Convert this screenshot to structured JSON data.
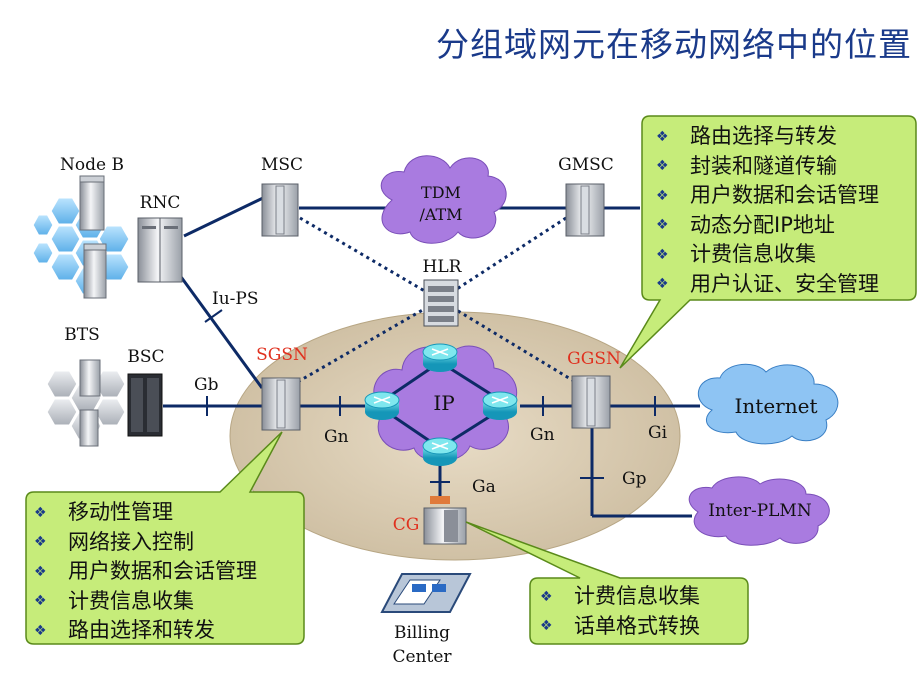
{
  "title": "分组域网元在移动网络中的位置",
  "nodes": {
    "node_b": "Node B",
    "rnc": "RNC",
    "msc": "MSC",
    "gmsc": "GMSC",
    "hlr": "HLR",
    "bts": "BTS",
    "bsc": "BSC",
    "sgsn": "SGSN",
    "ggsn": "GGSN",
    "cg": "CG",
    "billing_1": "Billing",
    "billing_2": "Center"
  },
  "clouds": {
    "tdm_1": "TDM",
    "tdm_2": "/ATM",
    "ip": "IP",
    "internet": "Internet",
    "plmn": "Inter-PLMN"
  },
  "interfaces": {
    "iu_ps": "Iu-PS",
    "gb": "Gb",
    "gn_left": "Gn",
    "gn_right": "Gn",
    "gi": "Gi",
    "gp": "Gp",
    "ga": "Ga"
  },
  "callouts": {
    "ggsn_functions": [
      "路由选择与转发",
      "封装和隧道传输",
      "用户数据和会话管理",
      "动态分配IP地址",
      "计费信息收集",
      "用户认证、安全管理"
    ],
    "sgsn_functions": [
      "移动性管理",
      "网络接入控制",
      "用户数据和会话管理",
      "计费信息收集",
      "路由选择和转发"
    ],
    "cg_functions": [
      "计费信息收集",
      "话单格式转换"
    ]
  },
  "bullet": "❖",
  "colors": {
    "title": "#1a3a8a",
    "link": "#0d2a66",
    "callout_fill": "#c6ec7a",
    "callout_border": "#5a8a1a",
    "cloud_purple": "#a97be0",
    "cloud_blue": "#8ec4f3",
    "ellipse": "#dccfb8",
    "node_label_red": "#e0301e"
  }
}
